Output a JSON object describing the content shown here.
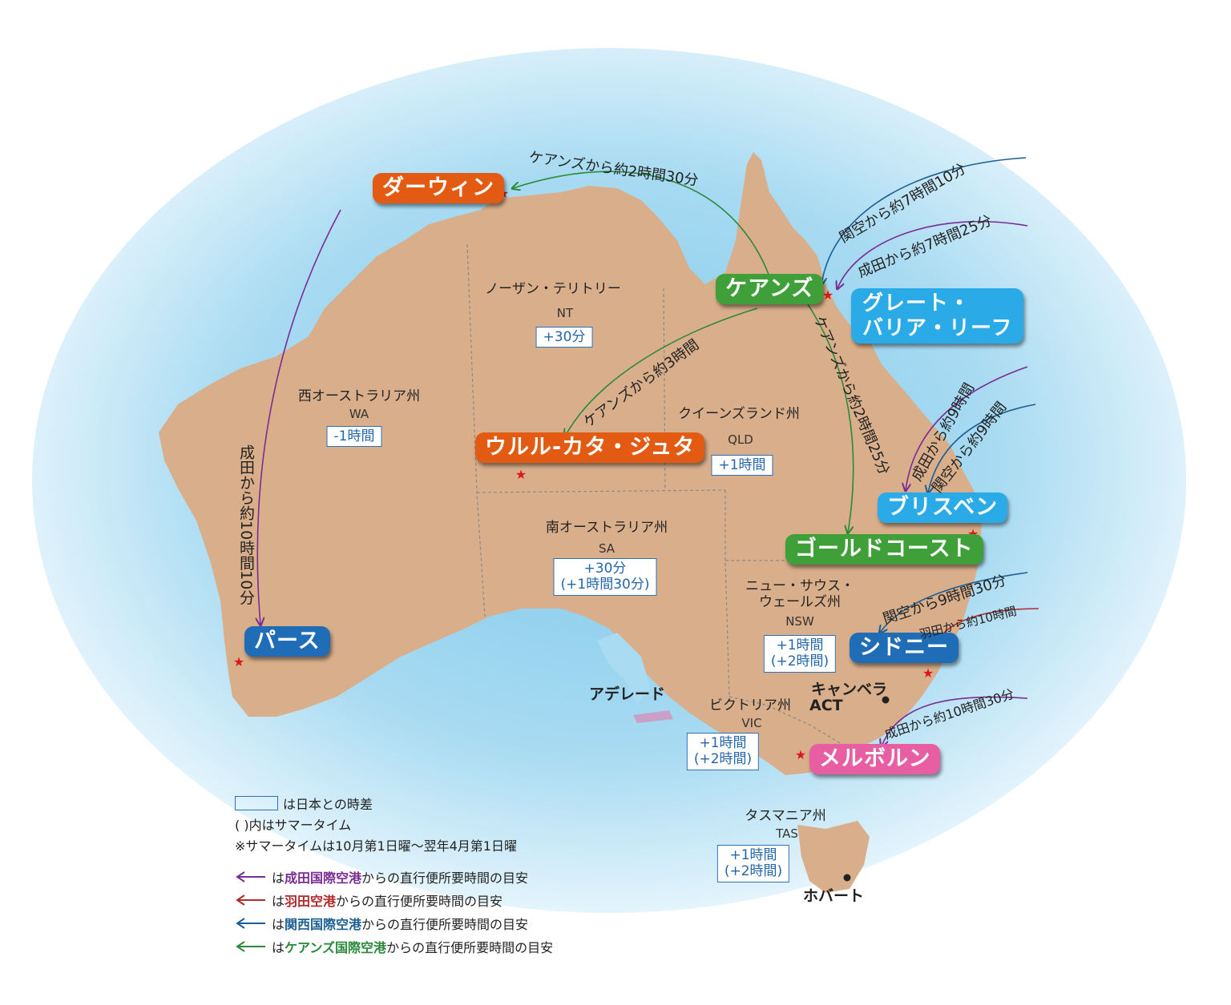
{
  "states": {
    "wa": {
      "name": "西オーストラリア州",
      "abbr": "WA",
      "tz": "-1時間"
    },
    "nt": {
      "name": "ノーザン・テリトリー",
      "abbr": "NT",
      "tz": "+30分"
    },
    "qld": {
      "name": "クイーンズランド州",
      "abbr": "QLD",
      "tz": "+1時間"
    },
    "sa": {
      "name": "南オーストラリア州",
      "abbr": "SA",
      "tz": "+30分",
      "tz_summer": "(+1時間30分)"
    },
    "nsw": {
      "name_line1": "ニュー・サウス・",
      "name_line2": "ウェールズ州",
      "abbr": "NSW",
      "tz": "+1時間",
      "tz_summer": "(+2時間)"
    },
    "vic": {
      "name": "ビクトリア州",
      "abbr": "VIC",
      "tz": "+1時間",
      "tz_summer": "(+2時間)"
    },
    "tas": {
      "name": "タスマニア州",
      "abbr": "TAS",
      "tz": "+1時間",
      "tz_summer": "(+2時間)"
    }
  },
  "cities": {
    "darwin": "ダーウィン",
    "cairns": "ケアンズ",
    "gbr_line1": "グレート・",
    "gbr_line2": "バリア・リーフ",
    "uluru": "ウルル-カタ・ジュタ",
    "perth": "パース",
    "brisbane": "ブリスベン",
    "goldcoast": "ゴールドコースト",
    "sydney": "シドニー",
    "melbourne": "メルボルン",
    "adelaide": "アデレード",
    "canberra": "キャンベラ",
    "act": "ACT",
    "hobart": "ホバート"
  },
  "routes": {
    "cairns_darwin": "ケアンズから約2時間30分",
    "kansai_cairns": "関空から約7時間10分",
    "narita_cairns": "成田から約7時間25分",
    "cairns_uluru": "ケアンズから約3時間",
    "cairns_goldcoast": "ケアンズから約2時間25分",
    "narita_brisbane": "成田から約9時間",
    "kansai_brisbane": "関空から約9時間",
    "narita_perth": "成田から約10時間10分",
    "kansai_sydney": "関空から9時間30分",
    "haneda_sydney": "羽田から約10時間",
    "narita_melbourne": "成田から約10時間30分"
  },
  "legend": {
    "box_note": "は日本との時差",
    "paren_note": "( )内はサマータイム",
    "summer_note": "※サマータイムは10月第1日曜〜翌年4月第1日曜",
    "is": "は",
    "suffix": "からの直行便所要時間の目安",
    "narita": "成田国際空港",
    "haneda": "羽田空港",
    "kansai": "関西国際空港",
    "cairns": "ケアンズ国際空港"
  },
  "colors": {
    "land": "#d9ae8a",
    "narita": "#7a2d94",
    "haneda": "#b02a2a",
    "kansai": "#1d5f92",
    "cairns": "#2a8a3a",
    "star": "#e0161b"
  }
}
